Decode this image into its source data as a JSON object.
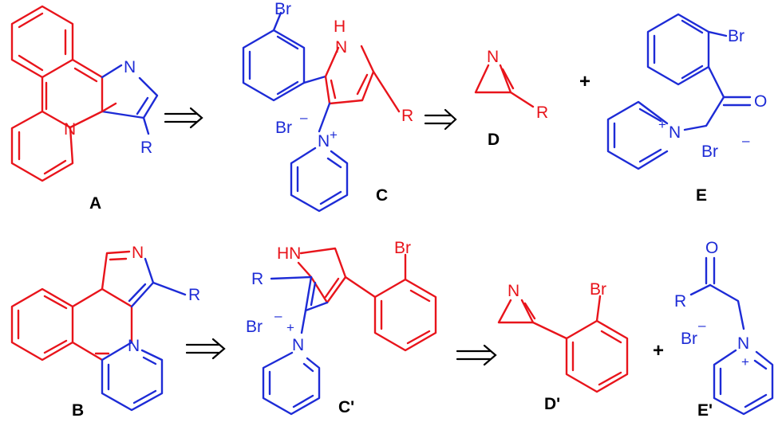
{
  "colors": {
    "scaffold": "#e8141b",
    "reagent": "#1d2bd6",
    "text": "#000000"
  },
  "labels": {
    "A": "A",
    "B": "B",
    "C": "C",
    "C_prime": "C'",
    "D": "D",
    "D_prime": "D'",
    "E": "E",
    "E_prime": "E'"
  },
  "atoms": {
    "N": "N",
    "NH": "H",
    "HN": "HN",
    "Br": "Br",
    "R": "R",
    "O": "O"
  },
  "charges": {
    "plus": "+",
    "minus": "–"
  },
  "operators": {
    "plus": "+"
  }
}
